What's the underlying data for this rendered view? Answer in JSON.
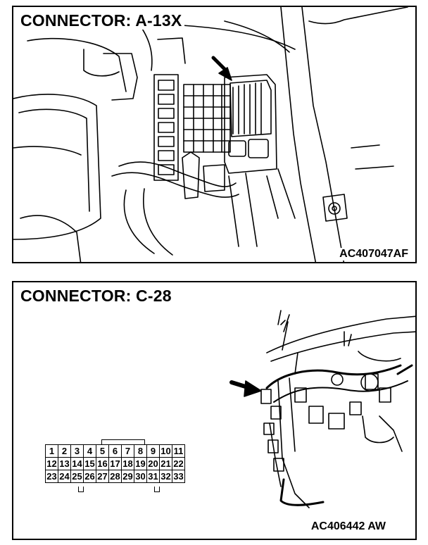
{
  "panels": [
    {
      "title": "CONNECTOR: A-13X",
      "figure_code": "AC407047AF"
    },
    {
      "title": "CONNECTOR: C-28",
      "figure_code": "AC406442 AW",
      "pin_rows": [
        [
          "1",
          "2",
          "3",
          "4",
          "5",
          "6",
          "7",
          "8",
          "9",
          "10",
          "11"
        ],
        [
          "12",
          "13",
          "14",
          "15",
          "16",
          "17",
          "18",
          "19",
          "20",
          "21",
          "22"
        ],
        [
          "23",
          "24",
          "25",
          "26",
          "27",
          "28",
          "29",
          "30",
          "31",
          "32",
          "33"
        ]
      ]
    }
  ]
}
